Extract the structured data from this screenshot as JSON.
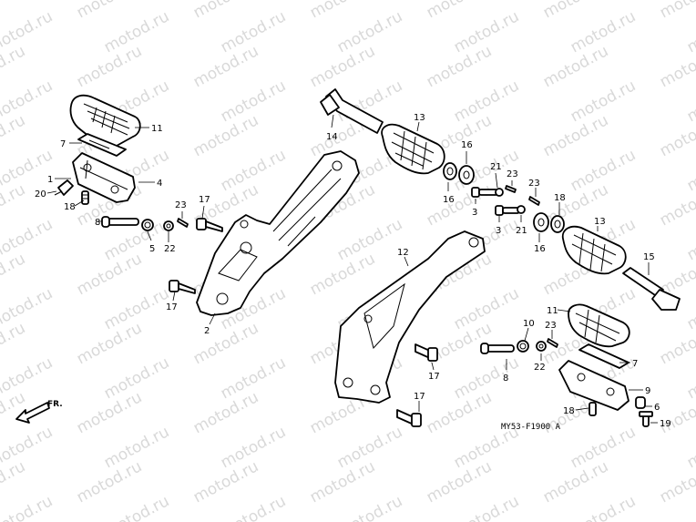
{
  "watermark": {
    "text": "motod.ru",
    "color": "#d9d9d9"
  },
  "diagram_code": "MY53-F1900 A",
  "front_arrow_label": "FR.",
  "callouts": [
    {
      "id": "c11a",
      "text": "11"
    },
    {
      "id": "c7a",
      "text": "7"
    },
    {
      "id": "c1",
      "text": "1"
    },
    {
      "id": "c4",
      "text": "4"
    },
    {
      "id": "c20",
      "text": "20"
    },
    {
      "id": "c18a",
      "text": "18"
    },
    {
      "id": "c8a",
      "text": "8"
    },
    {
      "id": "c5",
      "text": "5"
    },
    {
      "id": "c22a",
      "text": "22"
    },
    {
      "id": "c23a",
      "text": "23"
    },
    {
      "id": "c17a",
      "text": "17"
    },
    {
      "id": "c17b",
      "text": "17"
    },
    {
      "id": "c2",
      "text": "2"
    },
    {
      "id": "c14",
      "text": "14"
    },
    {
      "id": "c13a",
      "text": "13"
    },
    {
      "id": "c16a",
      "text": "16"
    },
    {
      "id": "c16b",
      "text": "16"
    },
    {
      "id": "c21a",
      "text": "21"
    },
    {
      "id": "c23b",
      "text": "23"
    },
    {
      "id": "c3a",
      "text": "3"
    },
    {
      "id": "c3b",
      "text": "3"
    },
    {
      "id": "c21b",
      "text": "21"
    },
    {
      "id": "c23c",
      "text": "23"
    },
    {
      "id": "c18b",
      "text": "18"
    },
    {
      "id": "c16c",
      "text": "16"
    },
    {
      "id": "c13b",
      "text": "13"
    },
    {
      "id": "c12",
      "text": "12"
    },
    {
      "id": "c15",
      "text": "15"
    },
    {
      "id": "c11b",
      "text": "11"
    },
    {
      "id": "c10",
      "text": "10"
    },
    {
      "id": "c23d",
      "text": "23"
    },
    {
      "id": "c7b",
      "text": "7"
    },
    {
      "id": "c8b",
      "text": "8"
    },
    {
      "id": "c22b",
      "text": "22"
    },
    {
      "id": "c9",
      "text": "9"
    },
    {
      "id": "c6",
      "text": "6"
    },
    {
      "id": "c18c",
      "text": "18"
    },
    {
      "id": "c19",
      "text": "19"
    },
    {
      "id": "c17c",
      "text": "17"
    },
    {
      "id": "c17d",
      "text": "17"
    }
  ]
}
